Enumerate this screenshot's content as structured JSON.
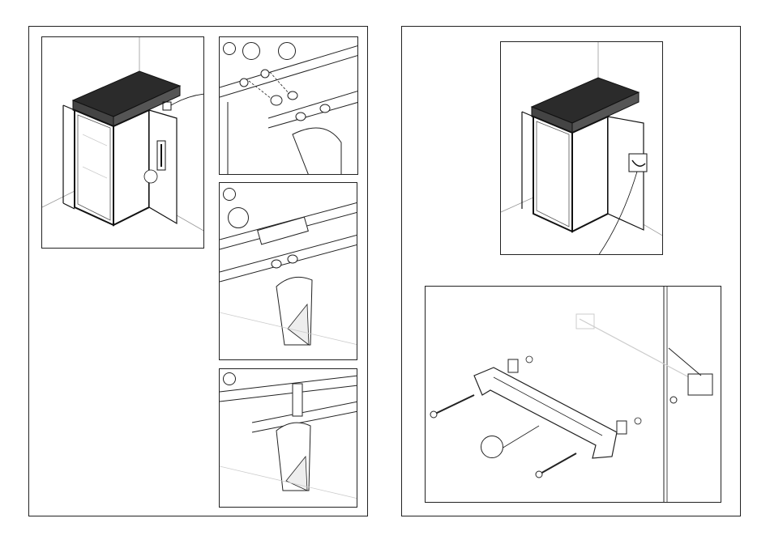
{
  "document": {
    "type": "assembly-instructions",
    "pages": [
      {
        "id": "left-page",
        "panels": [
          {
            "id": "overview",
            "content": "cabinet-with-open-door"
          },
          {
            "id": "detail-1",
            "content": "screws-and-washers"
          },
          {
            "id": "detail-2",
            "content": "handle-bracket-slide"
          },
          {
            "id": "detail-3",
            "content": "handle-bracket-installed"
          }
        ]
      },
      {
        "id": "right-page",
        "panels": [
          {
            "id": "overview",
            "content": "cabinet-with-handle"
          },
          {
            "id": "exploded",
            "content": "handle-exploded-view"
          }
        ]
      }
    ]
  },
  "icons": {
    "step": "step-circle-icon",
    "callout": "part-callout-icon"
  },
  "colors": {
    "line": "#222222",
    "light_line": "#bdbdbd",
    "cabinet_top": "#2a2a2a",
    "paper": "#ffffff"
  }
}
